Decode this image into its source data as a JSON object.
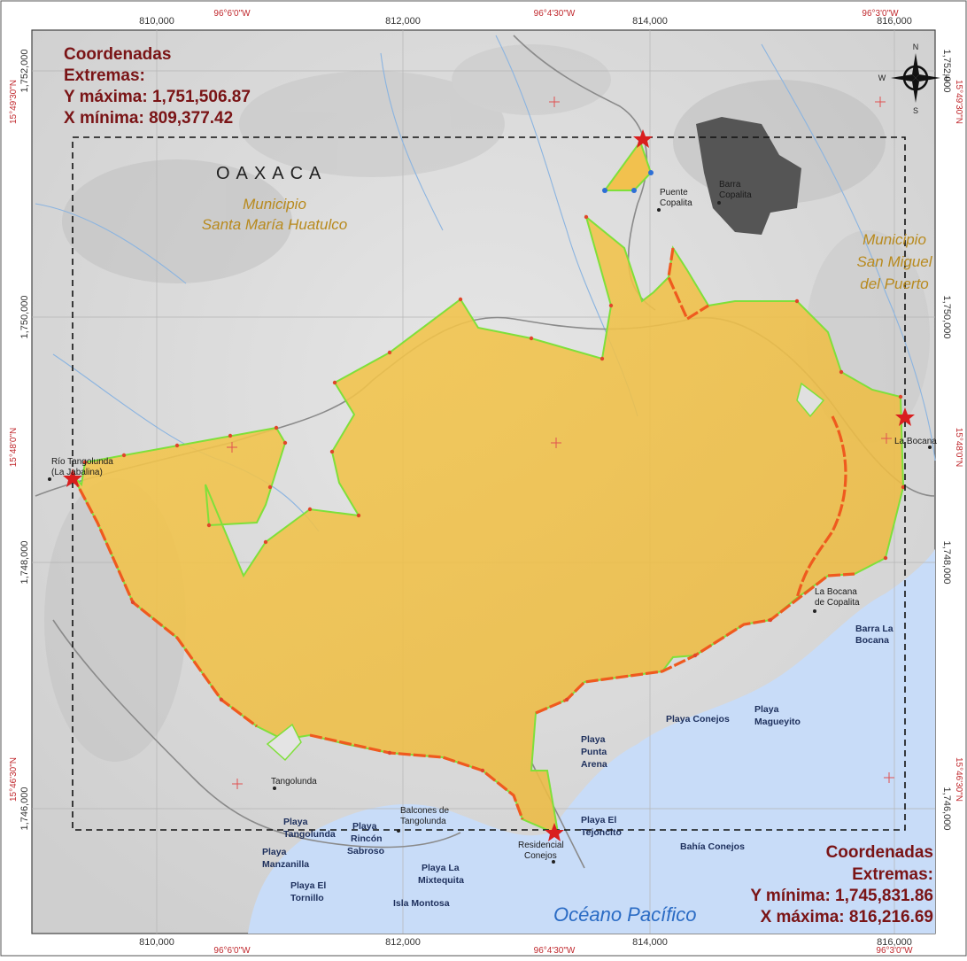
{
  "map": {
    "state_label": "OAXACA",
    "municipality_west": [
      "Municipio",
      "Santa María Huatulco"
    ],
    "municipality_east": [
      "Municipio",
      "San Miguel",
      "del Puerto"
    ],
    "ocean_label": "Océano Pacífico",
    "extremes_top": [
      "Coordenadas",
      "Extremas:",
      "Y máxima: 1,751,506.87",
      "X mínima: 809,377.42"
    ],
    "extremes_bottom": [
      "Coordenadas",
      "Extremas:",
      "Y mínima: 1,745,831.86",
      "X máxima: 816,216.69"
    ],
    "compass": {
      "n": "N",
      "s": "S",
      "e": "E",
      "w": "W"
    },
    "grid_top": [
      "810,000",
      "812,000",
      "814,000",
      "816,000"
    ],
    "grid_top_geo": [
      "96°6'0\"W",
      "96°4'30\"W",
      "96°3'0\"W"
    ],
    "grid_bottom": [
      "810,000",
      "812,000",
      "814,000",
      "816,000"
    ],
    "grid_bottom_geo": [
      "96°6'0\"W",
      "96°4'30\"W",
      "96°3'0\"W"
    ],
    "grid_left": [
      "1,752,000",
      "1,750,000",
      "1,748,000",
      "1,746,000"
    ],
    "grid_left_geo": [
      "15°49'30\"N",
      "15°48'0\"N",
      "15°46'30\"N"
    ],
    "grid_right": [
      "1,752,000",
      "1,750,000",
      "1,748,000",
      "1,746,000"
    ],
    "grid_right_geo": [
      "15°49'30\"N",
      "15°48'0\"N",
      "15°46'30\"N"
    ],
    "places": {
      "rio_tangolunda": [
        "Río Tangolunda",
        "(La Jabalina)"
      ],
      "puente_copalita": [
        "Puente",
        "Copalita"
      ],
      "barra_copalita": [
        "Barra",
        "Copalita"
      ],
      "la_bocana": "La Bocana",
      "la_bocana_copalita": [
        "La Bocana",
        "de Copalita"
      ],
      "tangolunda": "Tangolunda",
      "balcones": [
        "Balcones de",
        "Tangolunda"
      ],
      "residencial": [
        "Residencial",
        "Conejos"
      ]
    },
    "beaches": {
      "barra_la_bocana": [
        "Barra La",
        "Bocana"
      ],
      "playa_conejos": "Playa Conejos",
      "playa_magueyito": [
        "Playa",
        "Magueyito"
      ],
      "playa_punta_arena": [
        "Playa",
        "Punta",
        "Arena"
      ],
      "playa_tejoncito": [
        "Playa El",
        "Tejoncito"
      ],
      "bahia_conejos": "Bahía Conejos",
      "playa_tangolunda": [
        "Playa",
        "Tangolunda"
      ],
      "playa_rincon": [
        "Playa",
        "Rincón",
        "Sabroso"
      ],
      "playa_manzanilla": [
        "Playa",
        "Manzanilla"
      ],
      "playa_tornillo": [
        "Playa El",
        "Tornillo"
      ],
      "playa_mixtequita": [
        "Playa La",
        "Mixtequita"
      ],
      "isla_montosa": "Isla Montosa"
    },
    "colors": {
      "polygon_fill": "#f2c14e",
      "polygon_edge_green": "#7fe03a",
      "polygon_edge_orange": "#ef5a1e",
      "ocean": "#c8dcf8",
      "terrain": "#dcdcdc",
      "extreme_star": "#d91e1e",
      "extreme_text": "#7a1416",
      "municipality_text": "#b88a1e"
    }
  }
}
